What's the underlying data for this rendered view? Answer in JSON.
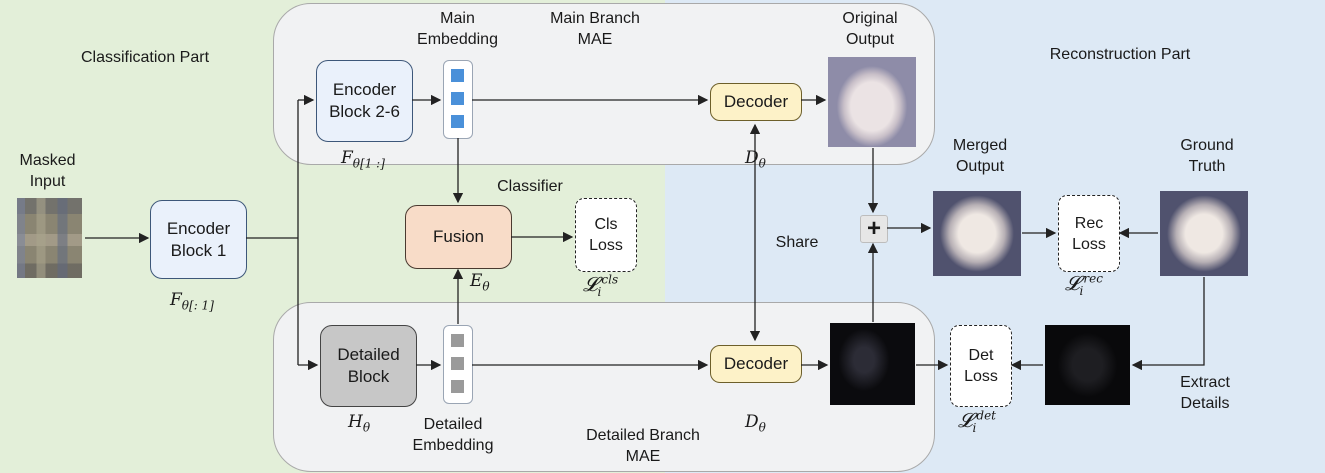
{
  "regions": {
    "classification": "Classification Part",
    "reconstruction": "Reconstruction Part",
    "share": "Share",
    "classifier": "Classifier"
  },
  "main_branch": {
    "title": "Main Branch\nMAE",
    "encoder": "Encoder\nBlock 2-6",
    "encoder_param": "F_θ[1:]",
    "embedding_label": "Main\nEmbedding",
    "decoder": "Decoder",
    "decoder_param": "D_θ",
    "output_label": "Original\nOutput"
  },
  "detailed_branch": {
    "title": "Detailed Branch\nMAE",
    "block": "Detailed\nBlock",
    "block_param": "H_θ",
    "embedding_label": "Detailed\nEmbedding",
    "decoder": "Decoder",
    "decoder_param": "D_θ"
  },
  "input": {
    "label": "Masked\nInput",
    "encoder": "Encoder\nBlock 1",
    "encoder_param": "F_θ[:1]"
  },
  "fusion": {
    "label": "Fusion",
    "param": "E_θ"
  },
  "losses": {
    "cls": {
      "label": "Cls\nLoss",
      "symbol": "L_i^cls"
    },
    "rec": {
      "label": "Rec\nLoss",
      "symbol": "L_i^rec"
    },
    "det": {
      "label": "Det\nLoss",
      "symbol": "L_i^det"
    }
  },
  "merged_output": "Merged\nOutput",
  "ground_truth": "Ground\nTruth",
  "extract_details": "Extract\nDetails",
  "colors": {
    "classification_bg": "#e3efd9",
    "reconstruction_bg": "#dde9f5",
    "encoder_box": "#eaf1fb",
    "fusion_box": "#f8dcc8",
    "decoder_box": "#fdf2c8",
    "detailed_block": "#c7c7c7",
    "main_embedding_token": "#4a90d9",
    "detailed_embedding_token": "#9a9a9a"
  }
}
